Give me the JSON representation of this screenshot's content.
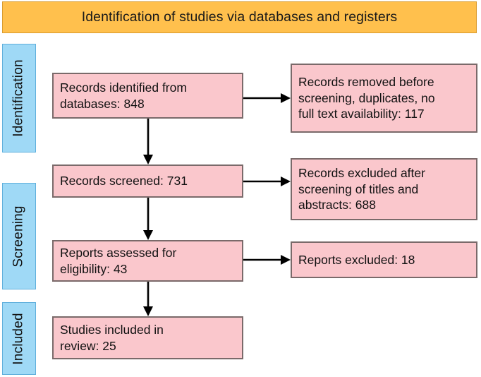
{
  "header": {
    "title": "Identification of studies via databases and registers",
    "bg_color": "#FFC04D",
    "border_color": "#D99B2E"
  },
  "theme": {
    "stage_fill": "#9FD9F6",
    "stage_border": "#5FAFDC",
    "box_fill": "#FAC7CC",
    "box_border": "#7A6A6A",
    "arrow_color": "#000000",
    "text_color": "#111111",
    "page_bg": "#FFFFFF"
  },
  "stages": [
    {
      "id": "identification",
      "label": "Identification"
    },
    {
      "id": "screening",
      "label": "Screening"
    },
    {
      "id": "included",
      "label": "Included"
    }
  ],
  "flow": {
    "main": [
      {
        "id": "identified",
        "line1": "Records identified from",
        "line2": "databases: 848",
        "count": 848
      },
      {
        "id": "screened",
        "line1": "Records screened: 731",
        "line2": "",
        "count": 731
      },
      {
        "id": "assessed",
        "line1": "Reports assessed for",
        "line2": "eligibility: 43",
        "count": 43
      },
      {
        "id": "included",
        "line1": "Studies included in",
        "line2": "review: 25",
        "count": 25
      }
    ],
    "excluded": [
      {
        "id": "removed",
        "line1": "Records removed before",
        "line2": "screening, duplicates, no",
        "line3": "full text availability: 117",
        "count": 117
      },
      {
        "id": "excluded-screening",
        "line1": "Records excluded after",
        "line2": "screening of titles and",
        "line3": "abstracts: 688",
        "count": 688
      },
      {
        "id": "excluded-reports",
        "line1": "Reports excluded: 18",
        "line2": "",
        "line3": "",
        "count": 18
      }
    ]
  }
}
